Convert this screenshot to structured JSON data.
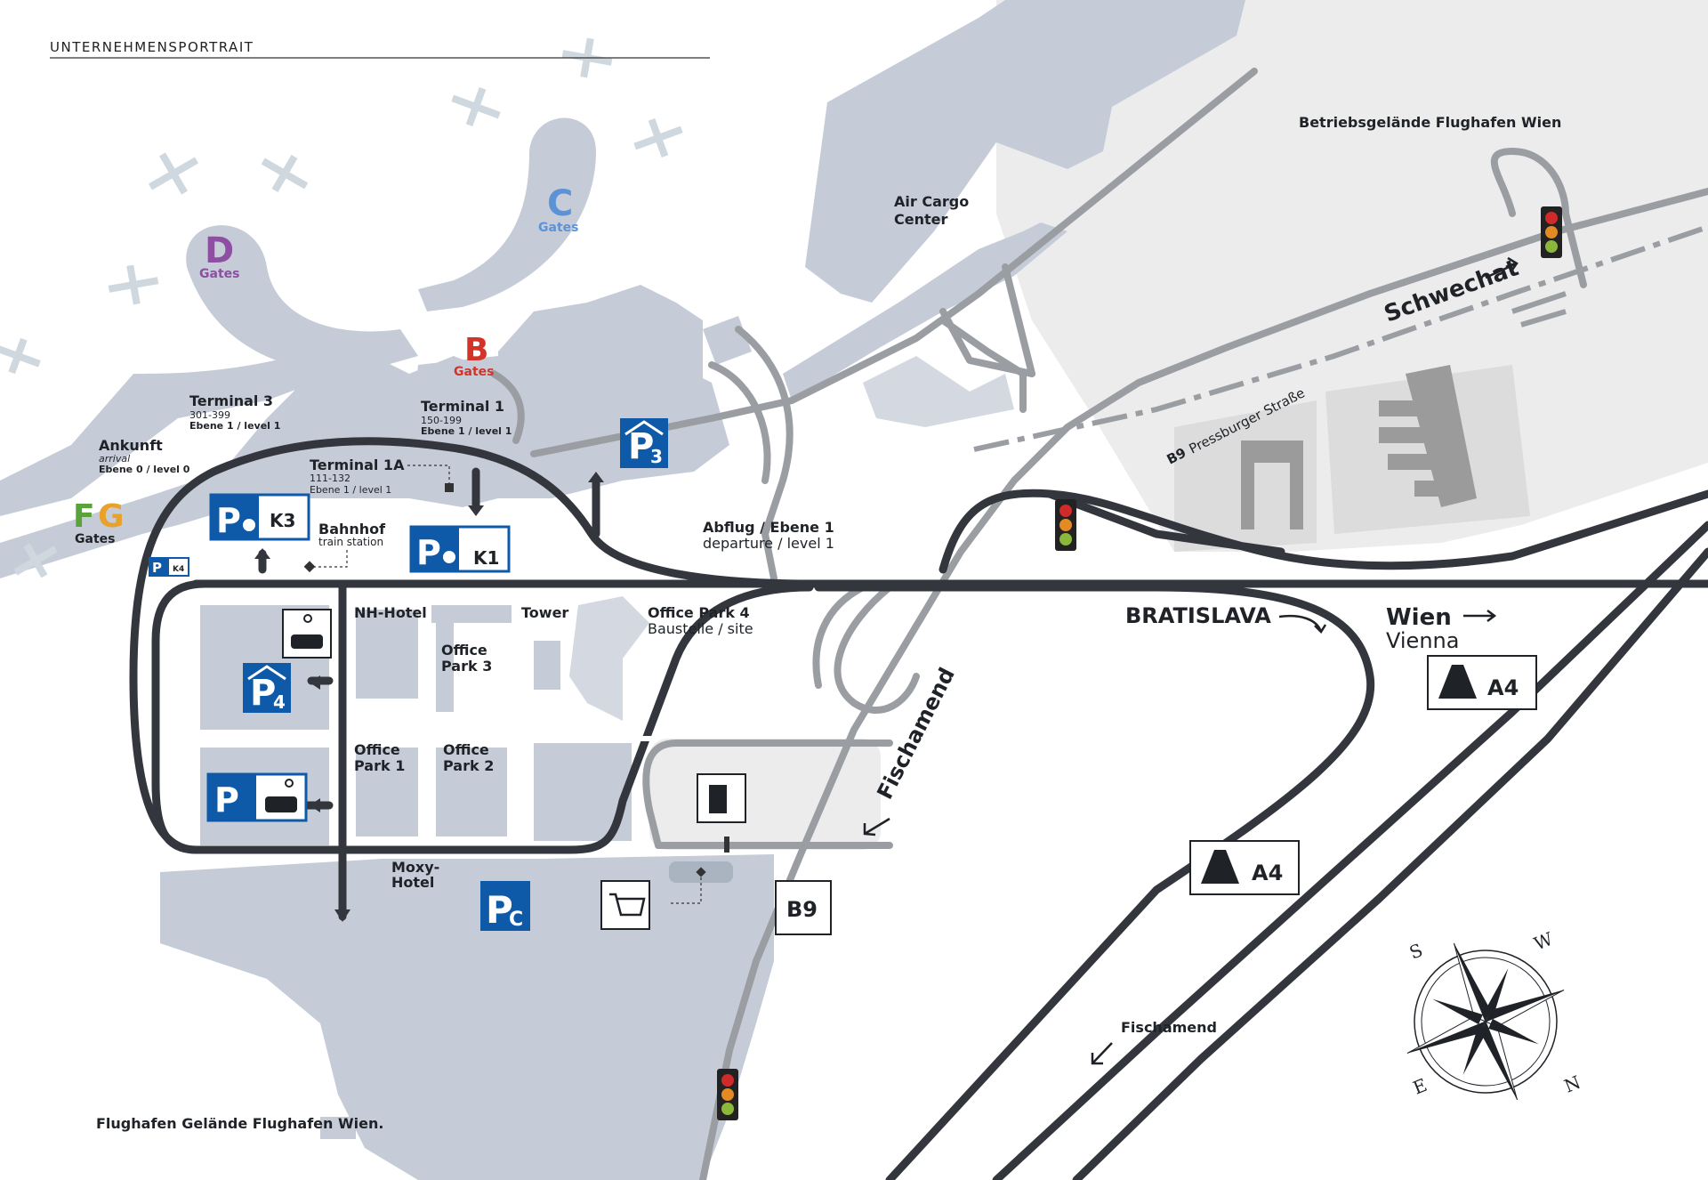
{
  "header": {
    "title": "UNTERNEHMENSPORTRAIT"
  },
  "caption": "Flughafen Gelände Flughafen Wien.",
  "colors": {
    "terminal_area": "#c5ccd8",
    "airfield_light": "#ececec",
    "road_main": "#33373d",
    "road_secondary": "#9a9ea3",
    "parking_blue": "#0e5aa8",
    "gate_c": "#5b93d6",
    "gate_d": "#8e4fa3",
    "gate_b": "#d2342a",
    "gate_f": "#5aa33a",
    "gate_g": "#e8a12b"
  },
  "gates": {
    "c": {
      "letter": "C",
      "label": "Gates"
    },
    "d": {
      "letter": "D",
      "label": "Gates"
    },
    "b": {
      "letter": "B",
      "label": "Gates"
    },
    "fg": {
      "letter_f": "F",
      "letter_g": "G",
      "label": "Gates"
    }
  },
  "terminals": {
    "t3": {
      "name": "Terminal 3",
      "range": "301-399",
      "level": "Ebene 1 / level 1"
    },
    "t1": {
      "name": "Terminal 1",
      "range": "150-199",
      "level": "Ebene 1 / level 1"
    },
    "t1a": {
      "name": "Terminal 1A",
      "range": "111-132",
      "level": "Ebene 1 / level 1"
    },
    "arrival": {
      "name": "Ankunft",
      "sub": "arrival",
      "level": "Ebene 0 / level 0"
    }
  },
  "places": {
    "air_cargo": [
      "Air Cargo",
      "Center"
    ],
    "betrieb": "Betriebsgelände Flughafen Wien",
    "bahnhof": {
      "name": "Bahnhof",
      "sub": "train station"
    },
    "nh_hotel": "NH-Hotel",
    "tower": "Tower",
    "office_park_4": {
      "name": "Office Park 4",
      "sub": "Baustelle / site"
    },
    "office_park_3": [
      "Office",
      "Park 3"
    ],
    "office_park_1": [
      "Office",
      "Park 1"
    ],
    "office_park_2": [
      "Office",
      "Park 2"
    ],
    "moxy_hotel": [
      "Moxy-",
      "Hotel"
    ],
    "departure": {
      "name": "Abflug / Ebene 1",
      "sub": "departure / level 1"
    }
  },
  "parking": {
    "p3": {
      "letter": "P",
      "sub": "3"
    },
    "p4": {
      "letter": "P",
      "sub": "4"
    },
    "pc": {
      "letter": "P",
      "sub": "C"
    },
    "k1": "K1",
    "k3": "K3",
    "k4": "K4"
  },
  "roads": {
    "schwechat": "Schwechat",
    "b9_label": "B9",
    "pressburger": "Pressburger Straße",
    "bratislava": "BRATISLAVA",
    "wien": "Wien",
    "vienna": "Vienna",
    "fischamend_road": "Fischamend",
    "fischamend_small": "Fischamend",
    "a4": "A4",
    "b9_sign": "B9"
  },
  "compass": {
    "s": "S",
    "w": "W",
    "e": "E",
    "n": "N"
  }
}
